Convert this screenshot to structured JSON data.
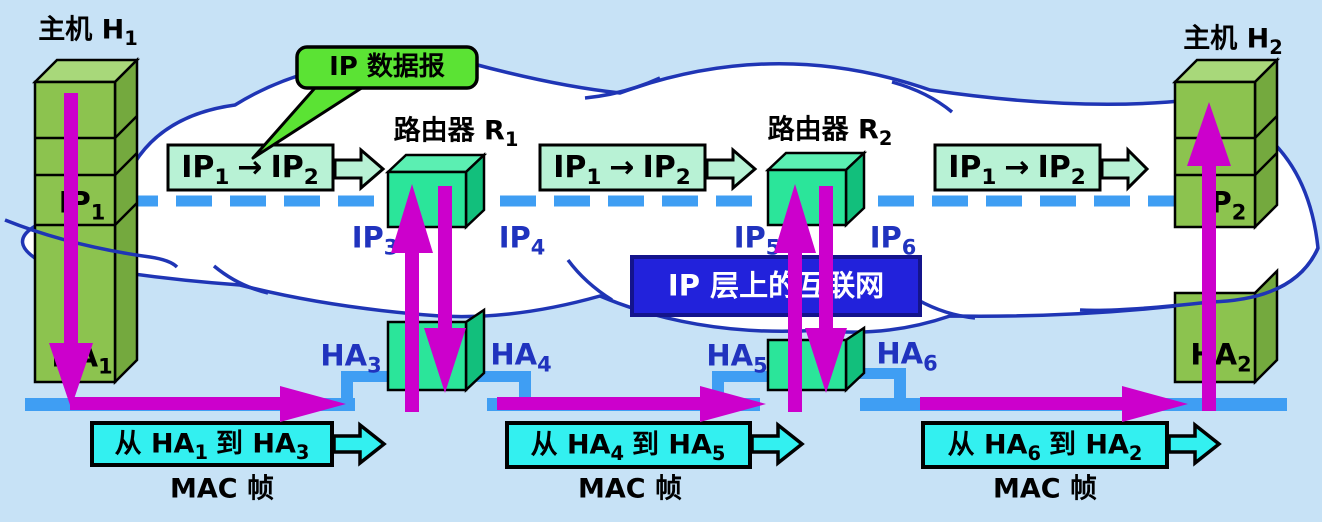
{
  "colors": {
    "background": "#c7e2f6",
    "cloud_border": "#1f35b5",
    "link_blue": "#3f9ef3",
    "magenta": "#cc00cc",
    "host_green_front": "#8cc34f",
    "host_green_top": "#a8d87a",
    "host_green_side": "#74a93e",
    "router_green_front": "#2be59a",
    "router_green_top": "#5befb2",
    "router_green_side": "#12bf7c",
    "ip_box_mint": "#b8f2d5",
    "callout_green": "#5be334",
    "cyan_box": "#33f0f0",
    "banner_blue": "#2222db",
    "label_blue": "#2033be"
  },
  "hosts": [
    {
      "title": {
        "main": "主机 H",
        "sub": "1"
      },
      "ip_label": {
        "main": "IP",
        "sub": "1"
      },
      "ha_label": {
        "main": "HA",
        "sub": "1"
      }
    },
    {
      "title": {
        "main": "主机 H",
        "sub": "2"
      },
      "ip_label": {
        "main": "IP",
        "sub": "2"
      },
      "ha_label": {
        "main": "HA",
        "sub": "2"
      }
    }
  ],
  "routers": [
    {
      "title": {
        "main": "路由器 R",
        "sub": "1"
      }
    },
    {
      "title": {
        "main": "路由器 R",
        "sub": "2"
      }
    }
  ],
  "callout": {
    "label": "IP 数据报"
  },
  "ip_packets": [
    {
      "p1": "IP",
      "s1": "1",
      "arrow": "→",
      "p2": "IP",
      "s2": "2"
    },
    {
      "p1": "IP",
      "s1": "1",
      "arrow": "→",
      "p2": "IP",
      "s2": "2"
    },
    {
      "p1": "IP",
      "s1": "1",
      "arrow": "→",
      "p2": "IP",
      "s2": "2"
    }
  ],
  "port_labels": {
    "ip": [
      {
        "main": "IP",
        "sub": "3"
      },
      {
        "main": "IP",
        "sub": "4"
      },
      {
        "main": "IP",
        "sub": "5"
      },
      {
        "main": "IP",
        "sub": "6"
      }
    ],
    "ha": [
      {
        "main": "HA",
        "sub": "3"
      },
      {
        "main": "HA",
        "sub": "4"
      },
      {
        "main": "HA",
        "sub": "5"
      },
      {
        "main": "HA",
        "sub": "6"
      }
    ]
  },
  "banner": {
    "label": "IP 层上的互联网"
  },
  "mac_frames": [
    {
      "p1": "从 HA",
      "s1": "1",
      "p2": "到 HA",
      "s2": "3",
      "caption": "MAC 帧"
    },
    {
      "p1": "从 HA",
      "s1": "4",
      "p2": "到 HA",
      "s2": "5",
      "caption": "MAC 帧"
    },
    {
      "p1": "从 HA",
      "s1": "6",
      "p2": "到 HA",
      "s2": "2",
      "caption": "MAC 帧"
    }
  ]
}
